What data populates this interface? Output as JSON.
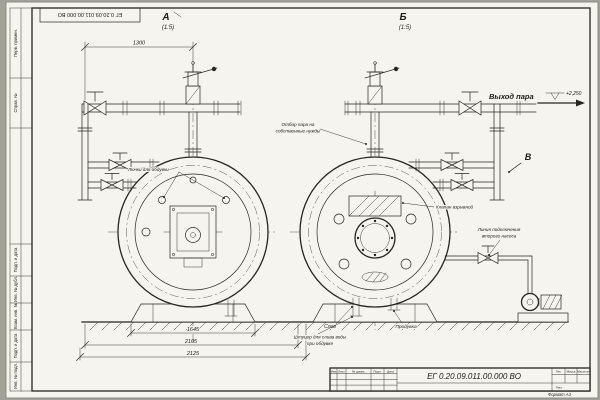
{
  "stamps": {
    "left": [
      "Перв. примен.",
      "Справ. №",
      "Подп. и дата",
      "Инв. № дубл.",
      "Взам. инв. №",
      "Подп. и дата",
      "Инв. № подл."
    ]
  },
  "views": {
    "a": {
      "letter": "А",
      "scale": "(1:5)"
    },
    "b": {
      "letter": "Б",
      "scale": "(1:5)"
    },
    "v": {
      "letter": "В"
    }
  },
  "dims": {
    "width_top": "1300",
    "inner": "1645",
    "mid": "2105",
    "overall": "2125"
  },
  "callouts": {
    "steam_out": "Выход пара",
    "elev": "+2,250",
    "own_needs_1": "Отбор пара на",
    "own_needs_2": "собственные нужды",
    "hatches": "Лючки для обдувки",
    "explosion": "Клапан взрывной",
    "pump_line_1": "Линия подключения",
    "pump_line_2": "второго насоса",
    "drain": "Слив",
    "blowdown": "Продувка",
    "fitting_1": "Штуцер для слива воды",
    "fitting_2": "при обдувке"
  },
  "title_block": {
    "doc": "ЕГ 0.20.09.011.00.000 ВО",
    "col_izm": "Изм",
    "col_list": "Лист",
    "col_doc": "№ докум.",
    "col_podp": "Подп.",
    "col_data": "Дата",
    "lit": "Лит.",
    "massa": "Масса",
    "masshtab": "Масштаб",
    "sheet": "Лист",
    "format": "Формат А3"
  }
}
